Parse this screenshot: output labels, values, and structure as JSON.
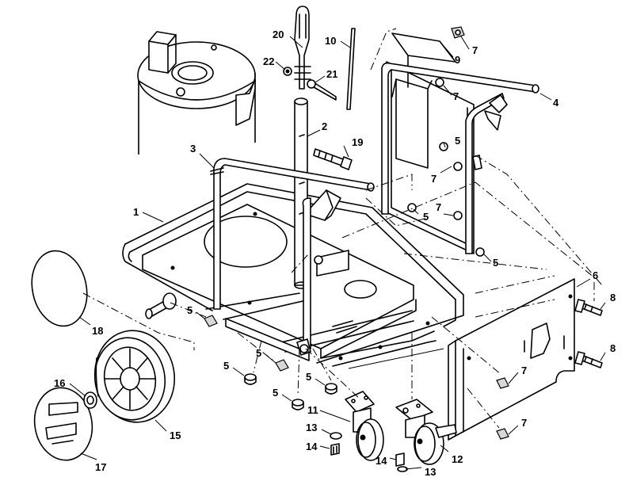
{
  "callouts": [
    {
      "id": "c1",
      "text": "1"
    },
    {
      "id": "c2",
      "text": "2"
    },
    {
      "id": "c3",
      "text": "3"
    },
    {
      "id": "c4",
      "text": "4"
    },
    {
      "id": "c5a",
      "text": "5"
    },
    {
      "id": "c5b",
      "text": "5"
    },
    {
      "id": "c5c",
      "text": "5"
    },
    {
      "id": "c5d",
      "text": "5"
    },
    {
      "id": "c5e",
      "text": "5"
    },
    {
      "id": "c5f",
      "text": "5"
    },
    {
      "id": "c5g",
      "text": "5"
    },
    {
      "id": "c5h",
      "text": "5"
    },
    {
      "id": "c6",
      "text": "6"
    },
    {
      "id": "c7a",
      "text": "7"
    },
    {
      "id": "c7b",
      "text": "7"
    },
    {
      "id": "c7c",
      "text": "7"
    },
    {
      "id": "c7d",
      "text": "7"
    },
    {
      "id": "c7e",
      "text": "7"
    },
    {
      "id": "c7f",
      "text": "7"
    },
    {
      "id": "c8a",
      "text": "8"
    },
    {
      "id": "c8b",
      "text": "8"
    },
    {
      "id": "c9",
      "text": "9"
    },
    {
      "id": "c10",
      "text": "10"
    },
    {
      "id": "c11",
      "text": "11"
    },
    {
      "id": "c12",
      "text": "12"
    },
    {
      "id": "c13a",
      "text": "13"
    },
    {
      "id": "c13b",
      "text": "13"
    },
    {
      "id": "c14a",
      "text": "14"
    },
    {
      "id": "c14b",
      "text": "14"
    },
    {
      "id": "c15",
      "text": "15"
    },
    {
      "id": "c16",
      "text": "16"
    },
    {
      "id": "c17",
      "text": "17"
    },
    {
      "id": "c18",
      "text": "18"
    },
    {
      "id": "c19",
      "text": "19"
    },
    {
      "id": "c20",
      "text": "20"
    },
    {
      "id": "c21",
      "text": "21"
    },
    {
      "id": "c22",
      "text": "22"
    }
  ]
}
